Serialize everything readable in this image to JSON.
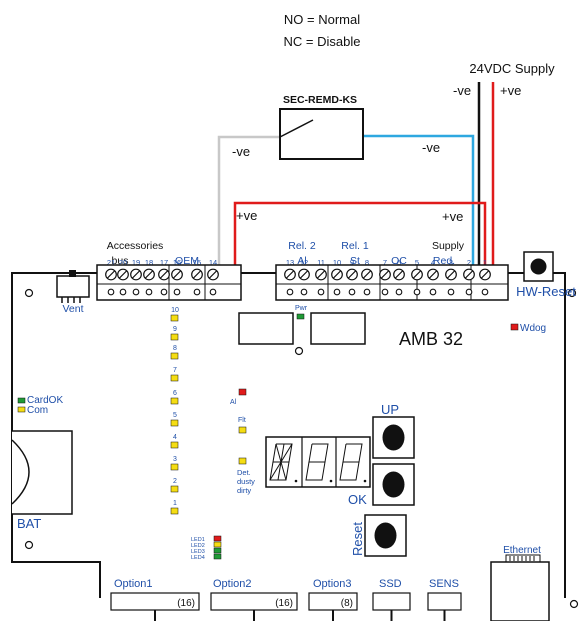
{
  "legend": {
    "no_line": "NO = Normal",
    "nc_line": "NC = Disable"
  },
  "supply": {
    "title": "24VDC Supply",
    "neg_label": "-ve",
    "pos_label": "+ve"
  },
  "switch": {
    "label": "SEC-REMD-KS"
  },
  "wires": {
    "neg_left": "-ve",
    "neg_right": "-ve",
    "pos_left": "+ve",
    "pos_right": "+ve"
  },
  "terminal_groups": {
    "accessories": "Accessories",
    "bus": "bus",
    "oem": "OEM",
    "rel2": "Rel. 2",
    "al": "Al",
    "rel1": "Rel. 1",
    "st": "St",
    "oc": "OC",
    "supply": "Supply",
    "red": "Red."
  },
  "terminal_numbers": [
    "21",
    "20",
    "19",
    "18",
    "17",
    "16",
    "15",
    "14",
    "13",
    "12",
    "11",
    "10",
    "9",
    "8",
    "7",
    "6",
    "5",
    "4",
    "3",
    "2",
    "1"
  ],
  "board": {
    "model": "AMB 32",
    "vent": "Vent",
    "hw_reset": "HW-Reset",
    "wdog": "Wdog",
    "pwr": "Pwr",
    "cardok": "CardOK",
    "com": "Com",
    "bat": "BAT",
    "al_led": "Al",
    "flt_led": "Flt",
    "det_line1": "Det.",
    "det_line2": "dusty",
    "det_line3": "dirty",
    "up": "UP",
    "ok": "OK",
    "reset": "Reset",
    "ethernet": "Ethernet",
    "led_numbers": [
      "10",
      "9",
      "8",
      "7",
      "6",
      "5",
      "4",
      "3",
      "2",
      "1"
    ],
    "aux_leds": [
      "LED1",
      "LED2",
      "LED3",
      "LED4"
    ]
  },
  "slots": [
    {
      "label": "Option1",
      "count": "(16)"
    },
    {
      "label": "Option2",
      "count": "(16)"
    },
    {
      "label": "Option3",
      "count": "(8)"
    },
    {
      "label": "SSD",
      "count": ""
    },
    {
      "label": "SENS",
      "count": ""
    }
  ],
  "colors": {
    "board": "#000000",
    "text_blue": "#1f4fa8",
    "wire_red": "#e01b1b",
    "wire_blue": "#2ea8e0",
    "wire_grey": "#c8c8c8",
    "led_yellow": "#f5dd13",
    "led_red": "#e01b1b",
    "led_green": "#1f9a35"
  }
}
